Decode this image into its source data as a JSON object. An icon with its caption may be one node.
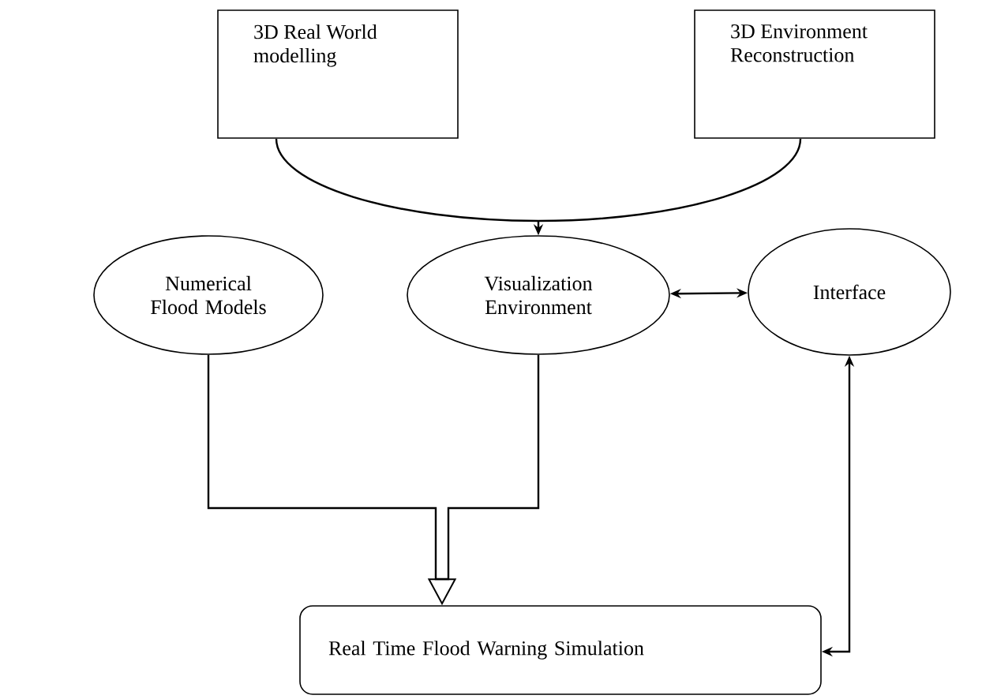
{
  "diagram": {
    "nodes": [
      {
        "text": [
          "3D Real World modelling"
        ]
      },
      {
        "text": [
          "3D Environment Reconstruction"
        ]
      },
      {
        "text": [
          "Numerical Flood Models"
        ]
      },
      {
        "text": [
          "Visualization Environment"
        ]
      },
      {
        "text": [
          "Interface"
        ]
      },
      {
        "text": [
          "Real Time Flood Warning Simulation"
        ]
      }
    ],
    "edges": [
      {
        "from": 0,
        "to": 3,
        "arrow": "to"
      },
      {
        "from": 1,
        "to": 3,
        "arrow": "to"
      },
      {
        "from": 3,
        "to": 4,
        "arrow": "both"
      },
      {
        "from": 2,
        "to": 5,
        "arrow": "to"
      },
      {
        "from": 3,
        "to": 5,
        "arrow": "to"
      },
      {
        "from": 4,
        "to": 5,
        "arrow": "both"
      }
    ]
  }
}
